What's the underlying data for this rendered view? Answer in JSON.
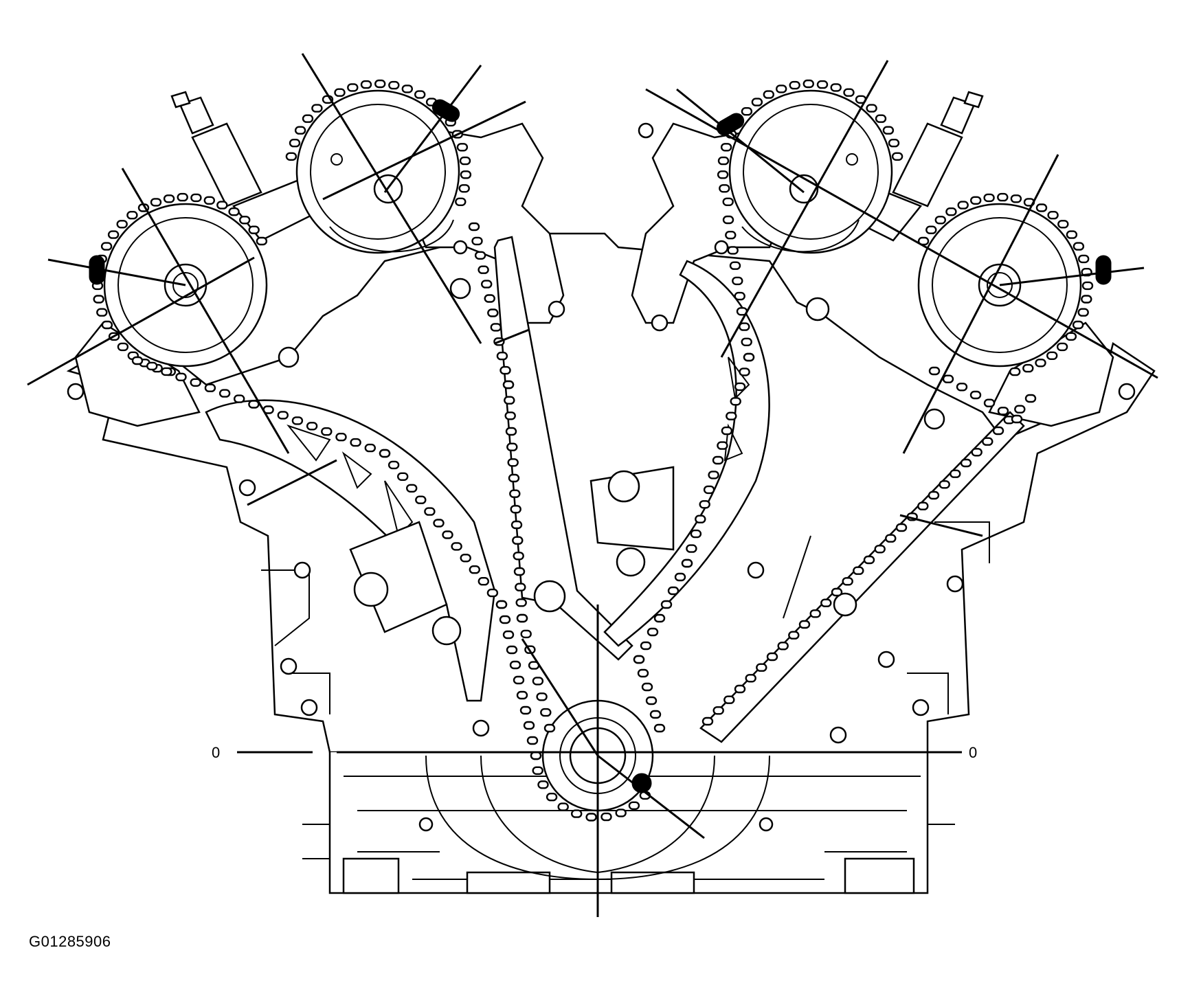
{
  "labels": {
    "left_zero": "0",
    "right_zero": "0",
    "figure_code": "G01285906"
  },
  "colors": {
    "line": "#000000",
    "background": "#ffffff"
  },
  "icons": {
    "timing_mark": "timing-mark-icon"
  }
}
